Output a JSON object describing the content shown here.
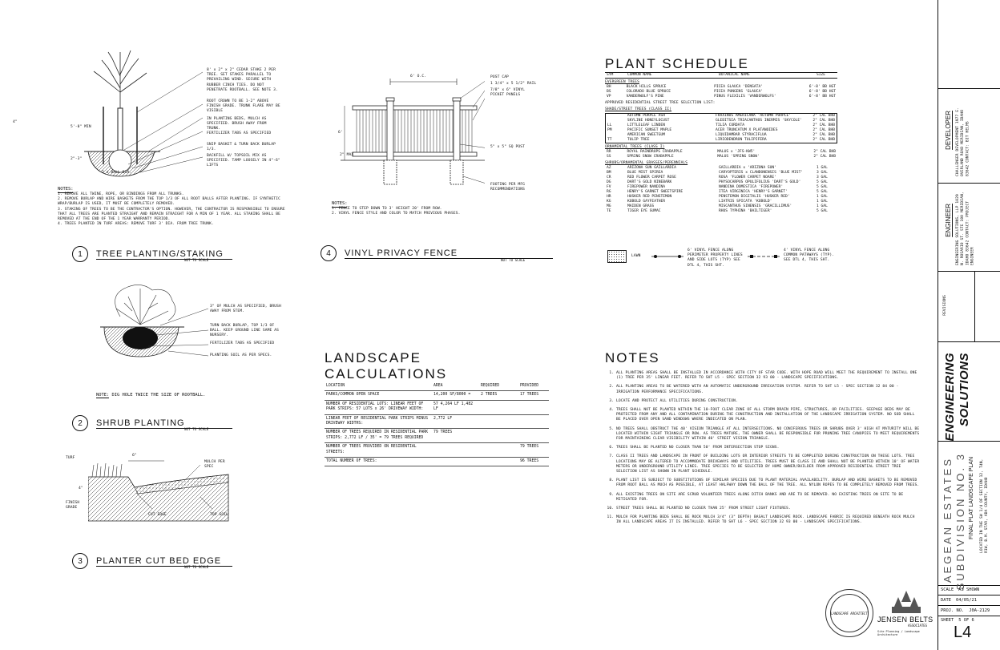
{
  "details": {
    "tree": {
      "num": "1",
      "title": "TREE PLANTING/STAKING",
      "nts": "NOT TO SCALE",
      "callouts": [
        "8' x 2\" x 2\" CEDAR STAKE 2 PER TREE. SET STAKES PARALLEL TO PREVAILING WIND. SECURE WITH RUBBER CINCH TIES. DO NOT PENETRATE ROOTBALL. SEE NOTE 3.",
        "ROOT CROWN TO BE 1-2\" ABOVE FINISH GRADE. TRUNK FLARE MAY BE VISIBLE",
        "IN PLANTING BEDS, MULCH AS SPECIFIED. BRUSH AWAY FROM TRUNK.",
        "FERTILIZER TABS AS SPECIFIED",
        "SNIP BASKET & TURN BACK BURLAP 1/3.",
        "BACKFILL W/ TOPSOIL MIX AS SPECIFIED. TAMP LOOSELY IN 4\"-6\" LIFTS"
      ],
      "dims": [
        "4\"",
        "5'-0\" MIN",
        "2\"-3\"",
        "2 x BALL DIA."
      ],
      "notes_title": "NOTES:",
      "notes": [
        "1. REMOVE ALL TWINE, ROPE, OR BINDINGS FROM ALL TRUNKS.",
        "2. REMOVE BURLAP AND WIRE BASKETS FROM THE TOP 1/3 OF ALL ROOT BALLS AFTER PLANTING. IF SYNTHETIC WRAP/BURLAP IS USED, IT MUST BE COMPLETELY REMOVED.",
        "3. STAKING OF TREES TO BE THE CONTRACTOR'S OPTION. HOWEVER, THE CONTRACTOR IS RESPONSIBLE TO ENSURE THAT ALL TREES ARE PLANTED STRAIGHT AND REMAIN STRAIGHT FOR A MIN OF 1 YEAR. ALL STAKING SHALL BE REMOVED AT THE END OF THE 1 YEAR WARRANTY PERIOD.",
        "4. TREES PLANTED IN TURF AREAS: REMOVE TURF 3' DIA. FROM TREE TRUNK."
      ]
    },
    "shrub": {
      "num": "2",
      "title": "SHRUB PLANTING",
      "nts": "NOT TO SCALE",
      "callouts": [
        "3\" OF MULCH AS SPECIFIED, BRUSH AWAY FROM STEM.",
        "TURN BACK BURLAP, TOP 1/3 OF BALL. KEEP GROUND LINE SAME AS NURSERY.",
        "FERTILIZER TABS AS SPECIFIED",
        "PLANTING SOIL AS PER SPECS."
      ],
      "note_label": "NOTE:",
      "note": "DIG HOLE TWICE THE SIZE OF ROOTBALL."
    },
    "planter": {
      "num": "3",
      "title": "PLANTER CUT BED EDGE",
      "nts": "NOT TO SCALE",
      "labels": [
        "TURF",
        "6\"",
        "4\"",
        "FINISH GRADE",
        "CUT EDGE",
        "MULCH PER SPEC",
        "TOP SOIL"
      ]
    },
    "fence": {
      "num": "4",
      "title": "VINYL PRIVACY FENCE",
      "nts": "NOT TO SCALE",
      "callouts": [
        "POST CAP",
        "1 3/4\" x 5 1/2\" RAIL",
        "7/8\" x 6\" VINYL PICKET PANELS",
        "5\" x 5\" SQ POST",
        "FOOTING PER MFG RECOMMENDATIONS"
      ],
      "dims": [
        "6' O.C.",
        "6'",
        "2\" MAX"
      ],
      "notes_title": "NOTES:",
      "notes": [
        "1. FENCE TO STEP DOWN TO 3' HEIGHT 20' FROM ROW.",
        "2. VINYL FENCE STYLE AND COLOR TO MATCH PREVIOUS PHASES."
      ]
    }
  },
  "plant_schedule": {
    "title": "PLANT SCHEDULE",
    "headers": [
      "SYM",
      "COMMON NAME",
      "BOTANICAL NAME",
      "SIZE"
    ],
    "groups": [
      {
        "name": "EVERGREEN TREES",
        "rows": [
          [
            "BH",
            "BLACK HILLS SPRUCE",
            "PICEA GLAUCA 'DENSATA'",
            "6'-8' BB HGT"
          ],
          [
            "BS",
            "COLORADO BLUE SPRUCE",
            "PICEA PUNGENS 'GLAUCA'",
            "6'-8' BB HGT"
          ],
          [
            "VP",
            "VANDERWOLF'S PINE",
            "PINUS FLEXILIS 'VANDERWOLFS'",
            "6'-8' BB HGT"
          ]
        ]
      },
      {
        "name": "APPROVED RESIDENTIAL STREET TREE SELECTION LIST:",
        "rows": []
      },
      {
        "name": "SHADE/STREET TREES (CLASS II)",
        "rows": [
          [
            "",
            "AUTUMN PURPLE ASH",
            "FRAXINUS AMERICANA 'AUTUMN PURPLE'",
            "2\" CAL BHB"
          ],
          [
            "",
            "SKYLINE HONEYLOCUST",
            "GLEDITSIA TRIACANTHOS INERMIS 'SKYCOLE'",
            "2\" CAL BHB"
          ],
          [
            "LL",
            "LITTLELEAF LINDEN",
            "TILIA CORDATA",
            "2\" CAL BHB"
          ],
          [
            "PM",
            "PACIFIC SUNSET MAPLE",
            "ACER TRUNCATUM X PLATANOIDES",
            "2\" CAL BHB"
          ],
          [
            "",
            "AMERICAN SWEETGUM",
            "LIQUIDAMBAR STYRACIFLUA",
            "2\" CAL BHB"
          ],
          [
            "TT",
            "TULIP TREE",
            "LIRIODENDRON TULIPIFERA",
            "2\" CAL BHB"
          ]
        ]
      },
      {
        "name": "ORNAMENTAL TREES (CLASS I)",
        "rows": [
          [
            "RR",
            "ROYAL RAINDROPS CRABAPPLE",
            "MALUS x 'JFS-KW5'",
            "2\" CAL BHB"
          ],
          [
            "SS",
            "SPRING SNOW CRABAPPLE",
            "MALUS 'SPRING SNOW'",
            "2\" CAL BHB"
          ]
        ]
      },
      {
        "name": "SHRUBS/ORNAMENTAL GRASSES/PERENNIALS",
        "rows": [
          [
            "AZ",
            "ARIZONA SUN GAILLARDIA",
            "GAILLARDIA x 'ARIZONA SUN'",
            "1 GAL"
          ],
          [
            "BM",
            "BLUE MIST SPIREA",
            "CARYOPTERIS x CLANDONENSIS 'BLUE MIST'",
            "3 GAL"
          ],
          [
            "CR",
            "RED FLOWER CARPET ROSE",
            "ROSA 'FLOWER CARPET NOARE'",
            "3 GAL"
          ],
          [
            "DG",
            "DART'S GOLD NINEBARK",
            "PHYSOCARPUS OPULIFOLIUS 'DART'S GOLD'",
            "5 GAL"
          ],
          [
            "FV",
            "FIREPOWER NANDINA",
            "NANDINA DOMESTICA 'FIREPOWER'",
            "5 GAL"
          ],
          [
            "RG",
            "HENRY'S GARNET SWEETSPIRE",
            "ITEA VIRGINICA 'HENRY'S GARNET'",
            "5 GAL"
          ],
          [
            "HR",
            "HUSKER RED PENSTEMON",
            "PENSTEMON DIGITALIS 'HUSKER RED'",
            "1 GAL"
          ],
          [
            "KG",
            "KOBOLD GAYFEATHER",
            "LIATRIS SPICATA 'KOBOLD'",
            "1 GAL"
          ],
          [
            "MG",
            "MAIDEN GRASS",
            "MISCANTHUS SINENSIS 'GRACILLIMUS'",
            "1 GAL"
          ],
          [
            "TE",
            "TIGER EYE SUMAC",
            "RHUS TYPHINA 'BAILTIGER'",
            "5 GAL"
          ]
        ]
      }
    ],
    "legend": {
      "lawn": "LAWN",
      "fence6": "6' VINYL FENCE ALONG PERIMETER PROPERTY LINES AND SIDE LOTS (TYP) SEE DTL 4, THIS SHT.",
      "fence4": "4' VINYL FENCE ALONG COMMON PATHWAYS (TYP). SEE DTL 4, THIS SHT."
    }
  },
  "landscape_calcs": {
    "title": "LANDSCAPE CALCULATIONS",
    "headers": [
      "LOCATION",
      "AREA",
      "REQUIRED",
      "PROVIDED"
    ],
    "rows": [
      [
        "PARKS/COMMON OPEN SPACE",
        "14,200 SF/8000 =",
        "2 TREES",
        "17 TREES"
      ],
      [
        "NUMBER OF RESIDENTIAL LOTS: LINEAR FEET OF PARK STRIPS: 57 LOTS x 26' DRIVEWAY WIDTH:",
        "57 4,264 LF 1,482 LF",
        "",
        ""
      ],
      [
        "LINEAR FEET OF RESIDENTIAL PARK STRIPS MINUS DRIVEWAY WIDTHS:",
        "2,772 LF",
        "",
        ""
      ],
      [
        "NUMBER OF TREES REQUIRED IN RESIDENTIAL PARK STRIPS: 2,772 LF / 35' = 79 TREES REQUIRED",
        "79 TREES",
        "",
        ""
      ],
      [
        "NUMBER OF TREES PROVIDED ON RESIDENTIAL STREETS:",
        "",
        "",
        "79 TREES"
      ],
      [
        "TOTAL NUMBER OF TREES:",
        "",
        "",
        "96 TREES"
      ]
    ]
  },
  "notes": {
    "title": "NOTES",
    "items": [
      "ALL PLANTING AREAS SHALL BE INSTALLED IN ACCORDANCE WITH CITY OF STAR CODE. WITH HOPE ROAD WILL MEET THE REQUIREMENT TO INSTALL ONE (1) TREE PER 35' LINEAR FEET. REFER TO SHT L5 - SPEC SECTION 32 93 00 - LANDSCAPE SPECIFICATIONS.",
      "ALL PLANTING AREAS TO BE WATERED WITH AN AUTOMATIC UNDERGROUND IRRIGATION SYSTEM. REFER TO SHT L5 - SPEC SECTION 32 84 00 - IRRIGATION PERFORMANCE SPECIFICATIONS.",
      "LOCATE AND PROTECT ALL UTILITIES DURING CONSTRUCTION.",
      "TREES SHALL NOT BE PLANTED WITHIN THE 10-FOOT CLEAR ZONE OF ALL STORM DRAIN PIPE, STRUCTURES, OR FACILITIES. SEEPAGE BEDS MAY BE PROTECTED FROM ANY AND ALL CONTAMINATION DURING THE CONSTRUCTION AND INSTALLATION OF THE LANDSCAPE IRRIGATION SYSTEM. NO SOD SHALL BE PLACED OVER OPEN SAND WINDOWS WHERE INDICATED ON PLAN.",
      "NO TREES SHALL OBSTRUCT THE 40' VISION TRIANGLE AT ALL INTERSECTIONS. NO CONIFEROUS TREES OR SHRUBS OVER 3' HIGH AT MATURITY WILL BE LOCATED WITHIN SIGHT TRIANGLE OR ROW. AS TREES MATURE, THE OWNER SHALL BE RESPONSIBLE FOR PRUNING TREE CANOPIES TO MEET REQUIREMENTS FOR MAINTAINING CLEAR VISIBILITY WITHIN 40' STREET VISION TRIANGLE.",
      "TREES SHALL BE PLANTED NO CLOSER THAN 50' FROM INTERSECTION STOP SIGNS.",
      "CLASS II TREES AND LANDSCAPE IN FRONT OF BUILDING LOTS OR INTERIOR STREETS TO BE COMPLETED DURING CONSTRUCTION ON THESE LOTS. TREE LOCATIONS MAY BE ALTERED TO ACCOMMODATE DRIVEWAYS AND UTILITIES. TREES MUST BE CLASS II AND SHALL NOT BE PLANTED WITHIN 10' OF WATER METERS OR UNDERGROUND UTILITY LINES. TREE SPECIES TO BE SELECTED BY HOME OWNER/BUILDER FROM APPROVED RESIDENTIAL STREET TREE SELECTION LIST AS SHOWN IN PLANT SCHEDULE.",
      "PLANT LIST IS SUBJECT TO SUBSTITUTIONS OF SIMILAR SPECIES DUE TO PLANT MATERIAL AVAILABILITY. BURLAP AND WIRE BASKETS TO BE REMOVED FROM ROOT BALL AS MUCH AS POSSIBLE, AT LEAST HALFWAY DOWN THE BALL OF THE TREE. ALL NYLON ROPES TO BE COMPLETELY REMOVED FROM TREES.",
      "ALL EXISTING TREES ON SITE ARE SCRUB VOLUNTEER TREES ALONG DITCH BANKS AND ARE TO BE REMOVED. NO EXISTING TREES ON SITE TO BE MITIGATED FOR.",
      "STREET TREES SHALL BE PLANTED NO CLOSER THAN 25' FROM STREET LIGHT FIXTURES.",
      "MULCH FOR PLANTING BEDS SHALL BE ROCK MULCH 3/4\" (3\" DEPTH) BASALT LANDSCAPE ROCK. LANDSCAPE FABRIC IS REQUIRED BENEATH ROCK MULCH IN ALL LANDSCAPE AREAS IT IS INSTALLED. REFER TO SHT L6 - SPEC SECTION 32 93 00 - LANDSCAPE SPECIFICATIONS."
    ]
  },
  "stamp": {
    "firm_name": "JENSEN BELTS",
    "firm_sub": "ASSOCIATES",
    "firm_small": "Site Planning / Landscape Architecture",
    "seal_text": "LANDSCAPE ARCHITECT"
  },
  "title_block": {
    "developer_label": "DEVELOPER",
    "developer_info": "CHALLENGER DEVELOPMENT 1977 E. OVERLAND ROAD MERIDIAN, IDAHO 83642 CONTACT: BIT HELMS",
    "engineer_label": "ENGINEER",
    "engineer_info": "ENGINEERING SOLUTIONS, LLP 1029 N. ROSARIO ST. STE 100 MERIDIAN, IDAHO 83642 CONTACT: PROJECT ENGINEER",
    "revisions_label": "REVISIONS",
    "logo_line1": "ENGINEERING",
    "logo_line2": "SOLUTIONS",
    "project_line1": "AEGEAN ESTATES",
    "project_line2": "SUBDIVISION NO. 3",
    "sheet_desc": "FINAL PLAT LANDSCAPE PLAN",
    "location": "LOCATED IN THE SW 1/4 OF SECTION 12, T4N, R1W, B.M. STAR, ADA COUNTY, IDAHO",
    "scale_label": "SCALE",
    "scale_value": "AS SHOWN",
    "date_label": "DATE",
    "date_value": "04/05/21",
    "proj_label": "PROJ. NO.",
    "proj_value": "J0A-2129",
    "sheet_label": "SHEET",
    "sheet_value": "5 OF 6",
    "sheet_id": "L4"
  }
}
